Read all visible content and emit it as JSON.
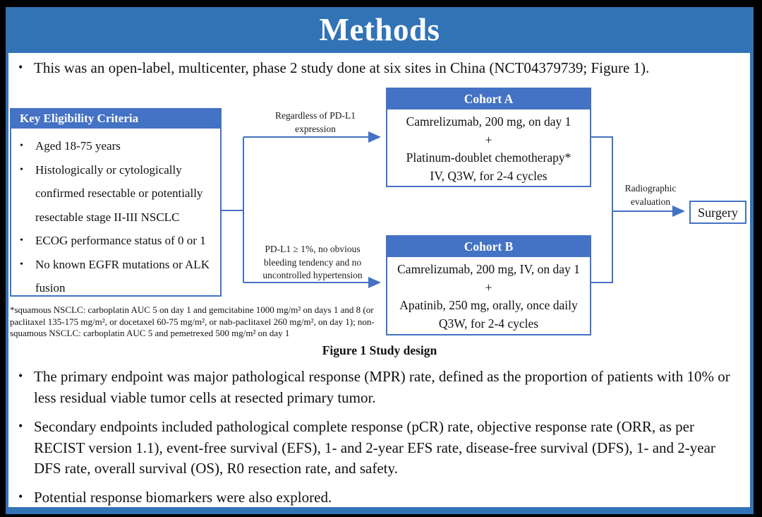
{
  "slide": {
    "title": "Methods"
  },
  "intro_bullet": "This was an open-label, multicenter, phase 2 study done at six sites in China (NCT04379739; Figure 1).",
  "figure": {
    "caption": "Figure 1 Study design",
    "eligibility": {
      "title": "Key Eligibility Criteria",
      "items": [
        "Aged 18-75 years",
        "Histologically or cytologically confirmed resectable or potentially resectable stage II-III NSCLC",
        "ECOG performance status of 0 or 1",
        "No known EGFR mutations or ALK fusion"
      ]
    },
    "branch_top_label": "Regardless of PD-L1 expression",
    "branch_bottom_label": "PD-L1 ≥ 1%, no obvious bleeding tendency and no uncontrolled hypertension",
    "cohort_a": {
      "title": "Cohort A",
      "lines": [
        "Camrelizumab, 200 mg, on day 1",
        "+",
        "Platinum-doublet chemotherapy*",
        "IV, Q3W, for 2-4 cycles"
      ]
    },
    "cohort_b": {
      "title": "Cohort B",
      "lines": [
        "Camrelizumab, 200 mg, IV, on day 1",
        "+",
        "Apatinib, 250 mg, orally, once daily",
        "Q3W, for 2-4 cycles"
      ]
    },
    "evaluation_label": "Radiographic evaluation",
    "surgery_label": "Surgery",
    "footnote": "*squamous NSCLC: carboplatin AUC 5 on day 1 and gemcitabine 1000 mg/m² on days 1 and 8 (or paclitaxel 135-175 mg/m², or docetaxel 60-75 mg/m², or nab-paclitaxel 260 mg/m², on day 1); non-squamous NSCLC: carboplatin AUC 5 and pemetrexed 500 mg/m² on day 1"
  },
  "bullets": [
    "The primary endpoint was major pathological response (MPR) rate, defined as the proportion of patients with 10% or less residual viable tumor cells at resected primary tumor.",
    "Secondary endpoints included pathological complete response (pCR) rate, objective response rate (ORR, as per RECIST version 1.1), event-free survival (EFS), 1- and 2-year EFS rate, disease-free survival (DFS), 1- and 2-year DFS rate, overall survival (OS), R0 resection rate, and safety.",
    "Potential response biomarkers were also explored."
  ],
  "colors": {
    "header_blue": "#3273B6",
    "accent_blue": "#4472C4",
    "text": "#111111",
    "background": "#FFFFFF",
    "frame": "#000000"
  }
}
